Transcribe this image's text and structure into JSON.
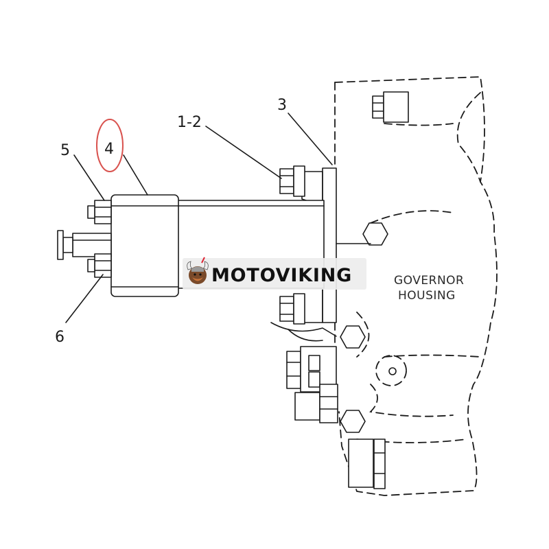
{
  "callouts": {
    "item_1_2": "1-2",
    "item_3": "3",
    "item_4": "4",
    "item_5": "5",
    "item_6": "6"
  },
  "housing_label": {
    "line1": "GOVERNOR",
    "line2": "HOUSING"
  },
  "watermark": {
    "brand": "MOTOVIKING"
  },
  "colors": {
    "line": "#1a1a1a",
    "highlight_circle": "#d9534f",
    "watermark_bg": "#ededed"
  }
}
